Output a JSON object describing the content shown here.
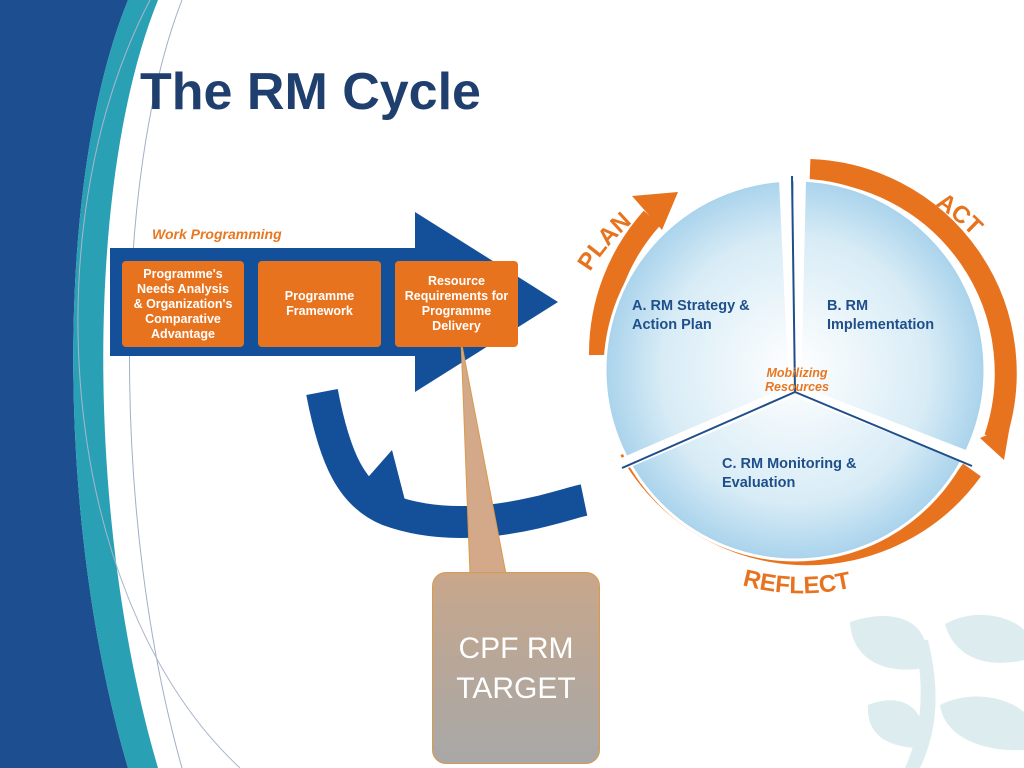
{
  "slide": {
    "title": "The RM Cycle"
  },
  "work_programming": {
    "label": "Work Programming",
    "boxes": [
      "Programme's\nNeeds Analysis\n& Organization's\nComparative\nAdvantage",
      "Programme\nFramework",
      "Resource\nRequirements for\nProgramme\nDelivery"
    ]
  },
  "cycle": {
    "phases": [
      "PLAN",
      "ACT",
      "REFLECT"
    ],
    "segments": [
      "A. RM Strategy &\nAction Plan",
      "B. RM\nImplementation",
      "C. RM Monitoring &\nEvaluation"
    ],
    "center_label": "Mobilizing\nResources"
  },
  "callout": {
    "text": "CPF RM\nTARGET"
  },
  "colors": {
    "navy": "#1f3f6e",
    "orange": "#e8731e",
    "arrow_blue": "#14509a",
    "teal": "#2aa0b4"
  }
}
